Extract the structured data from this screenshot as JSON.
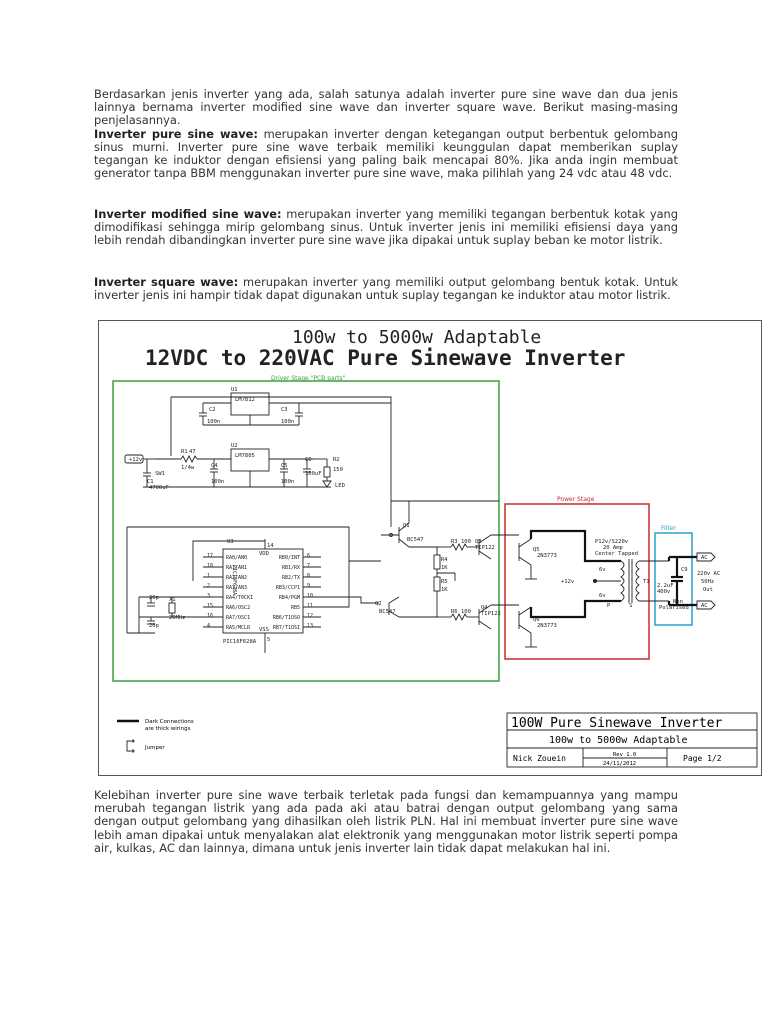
{
  "paragraphs": {
    "p1_text": "Berdasarkan jenis inverter yang ada, salah satunya adalah inverter pure sine wave dan dua jenis lainnya bernama inverter modified sine wave dan inverter square wave. Berikut masing-masing penjelasannya.",
    "p1b_bold": "Inverter pure sine wave:",
    "p1b_text": " merupakan inverter dengan ketegangan output berbentuk gelombang sinus murni. Inverter pure sine wave terbaik memiliki keunggulan dapat memberikan suplay tegangan ke induktor dengan efisiensi yang paling baik mencapai 80%. Jika anda ingin membuat generator tanpa BBM menggunakan inverter pure sine wave, maka pilihlah yang 24 vdc atau 48 vdc.",
    "p2_bold": "Inverter modified sine wave:",
    "p2_text": " merupakan inverter yang memiliki tegangan berbentuk kotak yang dimodifikasi sehingga mirip gelombang sinus. Untuk inverter jenis ini memiliki efisiensi daya yang lebih rendah dibandingkan inverter pure sine wave jika dipakai untuk suplay beban ke motor listrik.",
    "p3_bold": "Inverter square wave:",
    "p3_text": " merupakan inverter yang memiliki output gelombang bentuk kotak. Untuk inverter jenis ini hampir tidak dapat digunakan untuk suplay tegangan ke induktor atau motor listrik.",
    "p4_text": "Kelebihan inverter pure sine wave terbaik terletak pada fungsi dan kemampuannya yang mampu merubah tegangan listrik yang ada pada aki atau batrai dengan output gelombang yang sama dengan output gelombang yang dihasilkan oleh listrik PLN. Hal ini membuat inverter pure sine wave lebih aman dipakai untuk menyalakan alat elektronik yang menggunakan motor listrik seperti pompa air, kulkas, AC dan lainnya, dimana untuk jenis inverter lain tidak dapat melakukan hal ini."
  },
  "schematic": {
    "title_line1": "100w to 5000w Adaptable",
    "title_line2": "12VDC to 220VAC Pure Sinewave Inverter",
    "driver_stage_label": "Driver Stage \"PCB parts\"",
    "power_stage_label": "Power Stage",
    "filter_label": "Filter",
    "input_label": "+12v",
    "plus12v_label": "+12v",
    "u1_label": "U1",
    "u1_part": "LM7812",
    "u2_label": "U2",
    "u2_part": "LM7805",
    "u3_label": "U3",
    "mcu_part": "PIC16F628A",
    "vdd_label": "VDD",
    "vss_label": "VSS",
    "r1_label": "R1",
    "r1_value": "47",
    "r1_rating": "1/4w",
    "r2_label": "R2",
    "r2_value": "150",
    "led_label": "LED",
    "sw1_label": "SW1",
    "c1_label": "C1",
    "c1_value": "4700uF",
    "c2_label": "C2",
    "c3_label": "C3",
    "c4_label": "C4",
    "c5_label": "C5",
    "c6_label": "C6",
    "c6_value": "100uF",
    "c100n": "100n",
    "cap_20p": "20p",
    "x1_label": "X1",
    "x1_value": "20MHz",
    "mcu_pins_left": [
      "RA0/AN0",
      "RA1/AN1",
      "RA2/AN2",
      "RA3/AN3",
      "RA4/T0CKI",
      "RA6/OSC2",
      "RA7/OSC1",
      "RA5/MCLR"
    ],
    "mcu_pins_left_num": [
      "17",
      "18",
      "1",
      "2",
      "3",
      "15",
      "16",
      "4"
    ],
    "mcu_pins_right": [
      "RB0/INT",
      "RB1/RX",
      "RB2/TX",
      "RB3/CCP1",
      "RB4/PGM",
      "RB5",
      "RB6/T1OSO",
      "RB7/T1OSI"
    ],
    "mcu_pins_right_num": [
      "6",
      "7",
      "8",
      "9",
      "10",
      "11",
      "12",
      "13"
    ],
    "vdd_pin": "14",
    "vss_pin": "5",
    "q1_label": "Q1",
    "q1_part": "BC547",
    "q2_label": "Q2",
    "q2_part": "BC547",
    "q3_label": "Q3",
    "q3_part": "TIP122",
    "q4_label": "Q4",
    "q4_part": "TIP122",
    "q5_label": "Q5",
    "q5_part": "2N3773",
    "q6_label": "Q6",
    "q6_part": "2N3773",
    "r3_label": "R3",
    "r3_value": "100",
    "r4_label": "R4",
    "r4_value": "1K",
    "r5_label": "R5",
    "r5_value": "1K",
    "r6_label": "R6",
    "r6_value": "100",
    "t1_label": "T1",
    "t1_desc1": "P12v/S220v",
    "t1_desc2": "20 Amp",
    "t1_desc3": "Center Tapped",
    "t1_6v_a": "6v",
    "t1_6v_b": "6v",
    "t1_p": "P",
    "t1_s": "S",
    "c9_label": "C9",
    "c9_value": "2.2uF",
    "c9_rating": "400v",
    "c9_type1": "Non",
    "c9_type2": "Polarised",
    "out_label1": "220v AC",
    "out_label2": "50Hz",
    "out_label3": "Out",
    "ac_label": "AC",
    "legend_dark": "Dark Connections",
    "legend_dark2": "are thick wirings",
    "legend_jumper": "Jumper",
    "tb_title": "100W Pure Sinewave Inverter",
    "tb_subtitle": "100w to 5000w Adaptable",
    "tb_author": "Nick Zouein",
    "tb_rev": "Rev 1.0",
    "tb_date": "24/11/2012",
    "tb_page": "Page 1/2",
    "colors": {
      "driver_box": "#3aa03a",
      "power_box": "#cc2a2a",
      "filter_box": "#2aa0cc",
      "wire": "#222222"
    }
  }
}
